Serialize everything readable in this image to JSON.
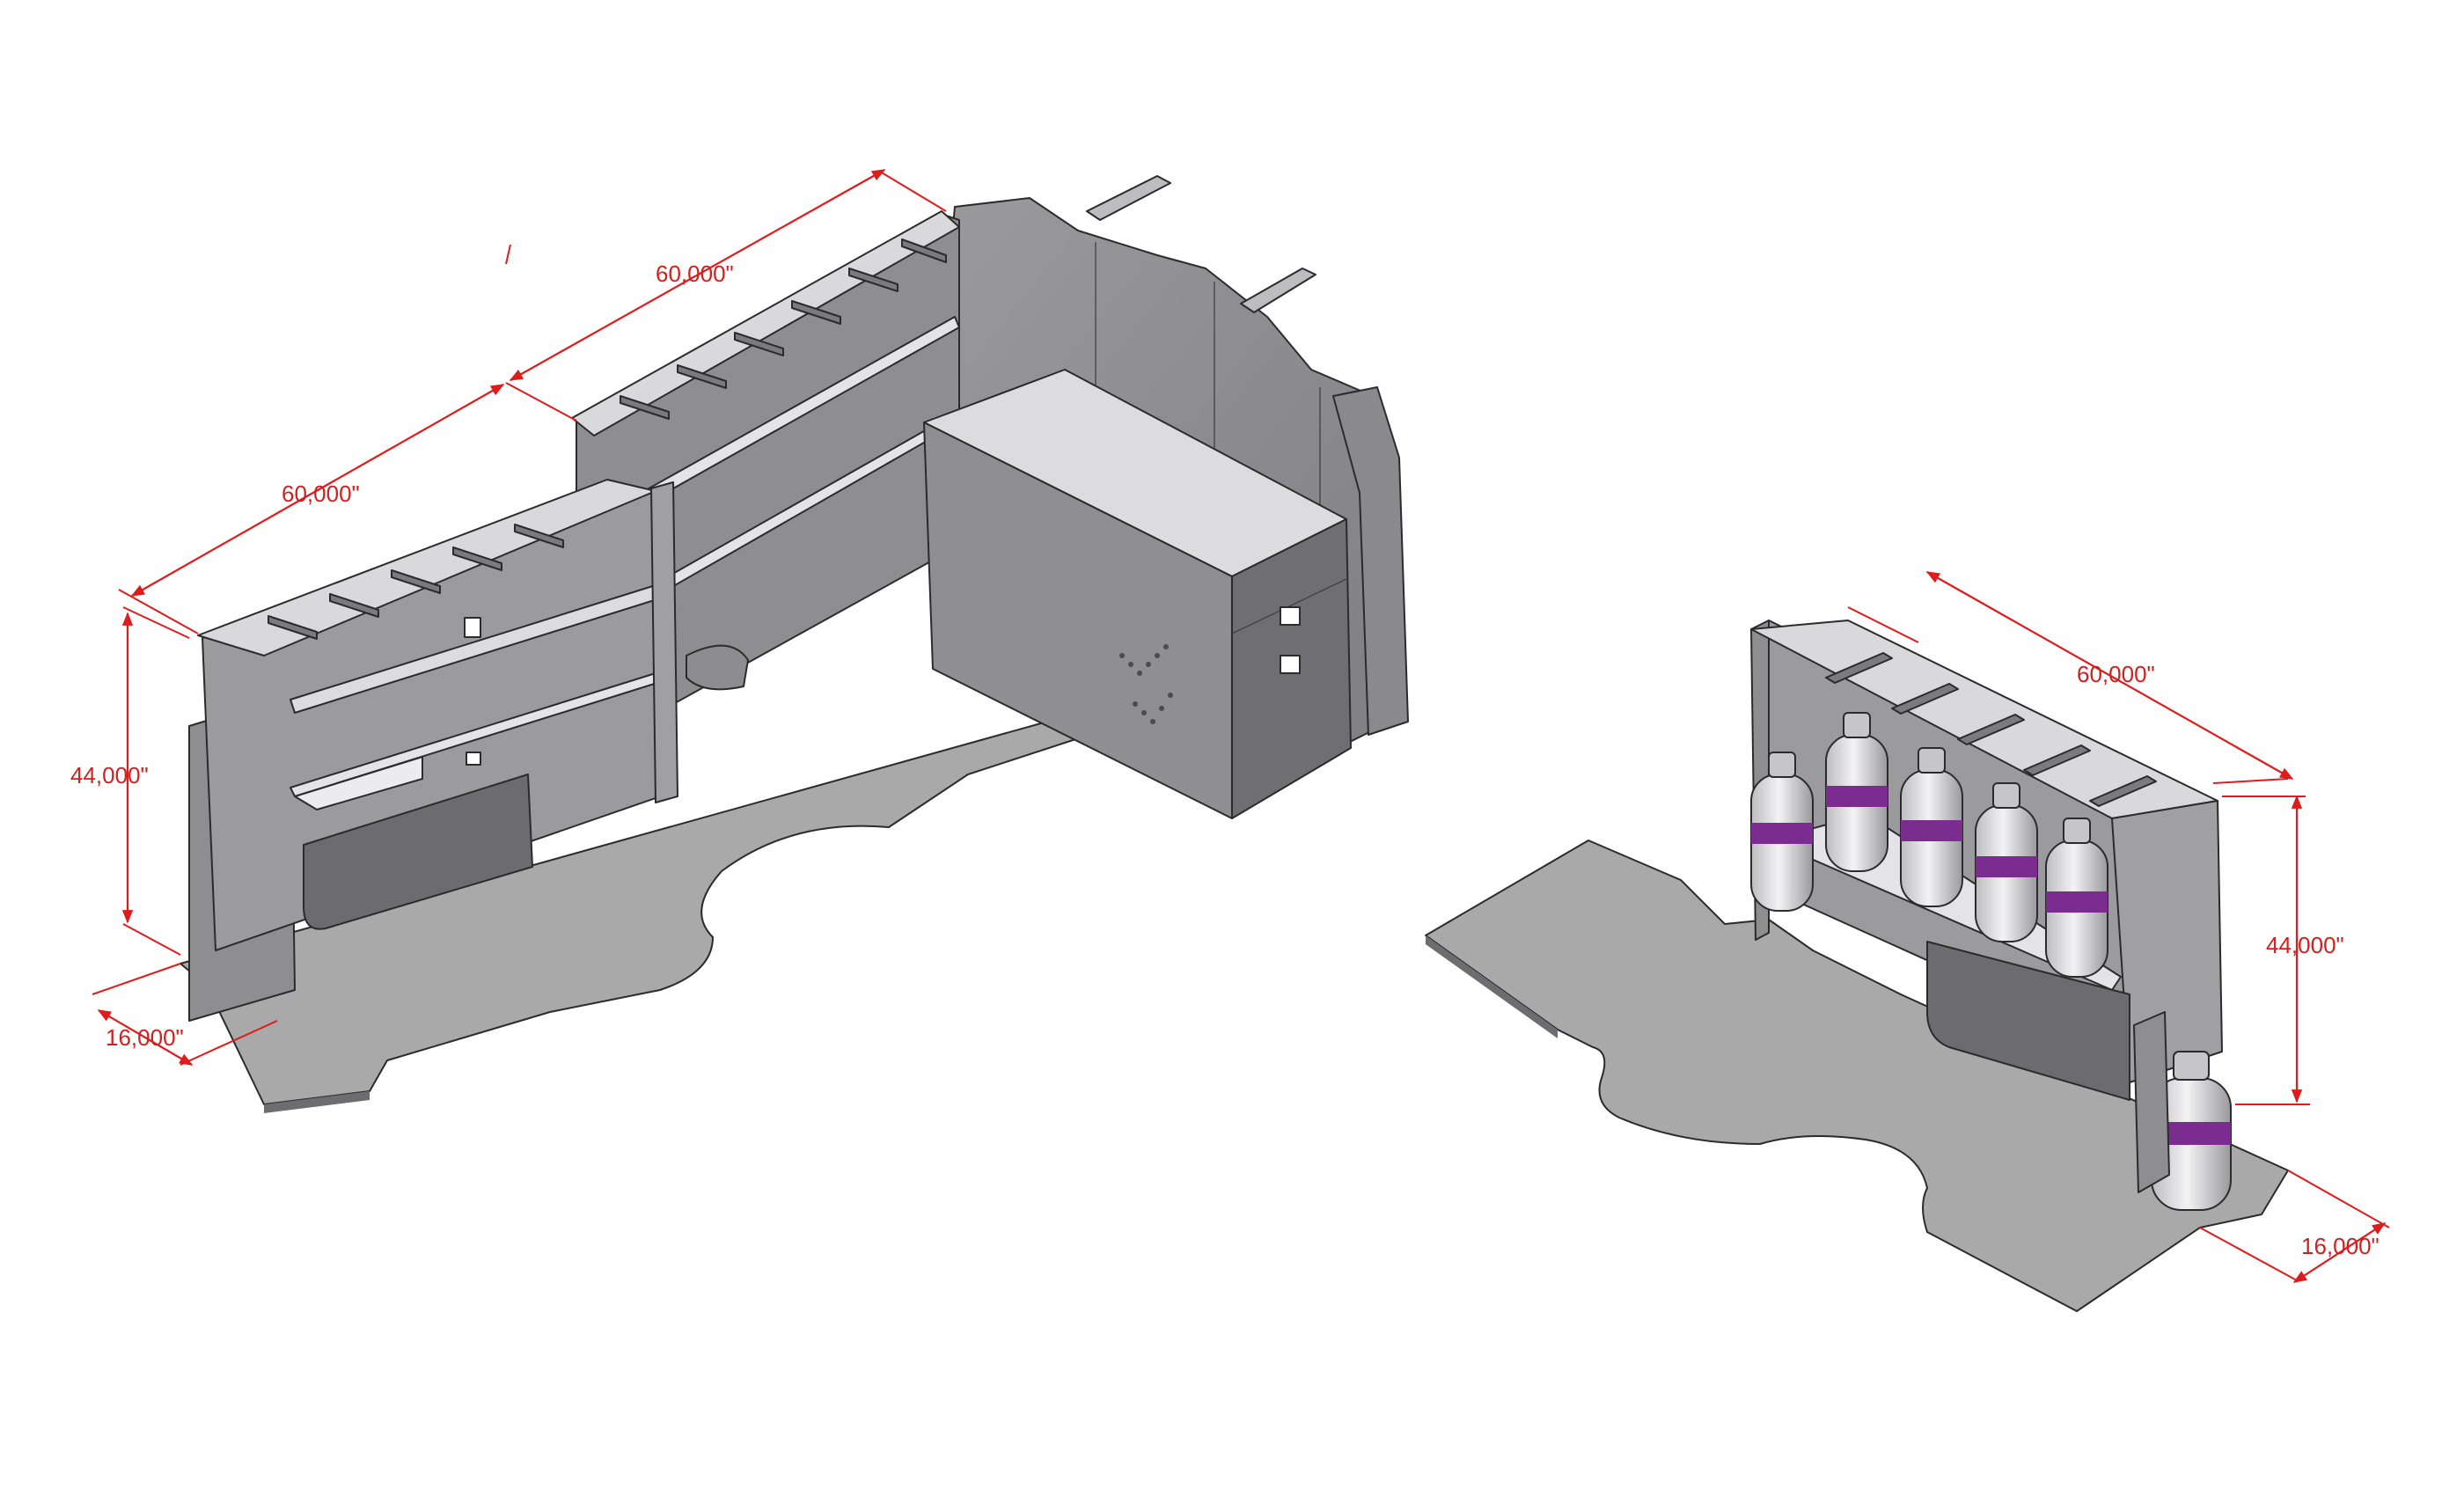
{
  "colors": {
    "dimension": "#e01b1b",
    "floor": "#a9a9a9",
    "shelving_dark": "#8e8e90",
    "shelving_light": "#d9d9dc",
    "tank_band": "#7a2d8f"
  },
  "left_assembly": {
    "dims": {
      "top_length": "60,000\"",
      "lower_length": "60,000\"",
      "height": "44,000\"",
      "depth": "16,000\""
    }
  },
  "right_assembly": {
    "dims": {
      "length": "60,000\"",
      "height": "44,000\"",
      "depth": "16,000\""
    }
  }
}
